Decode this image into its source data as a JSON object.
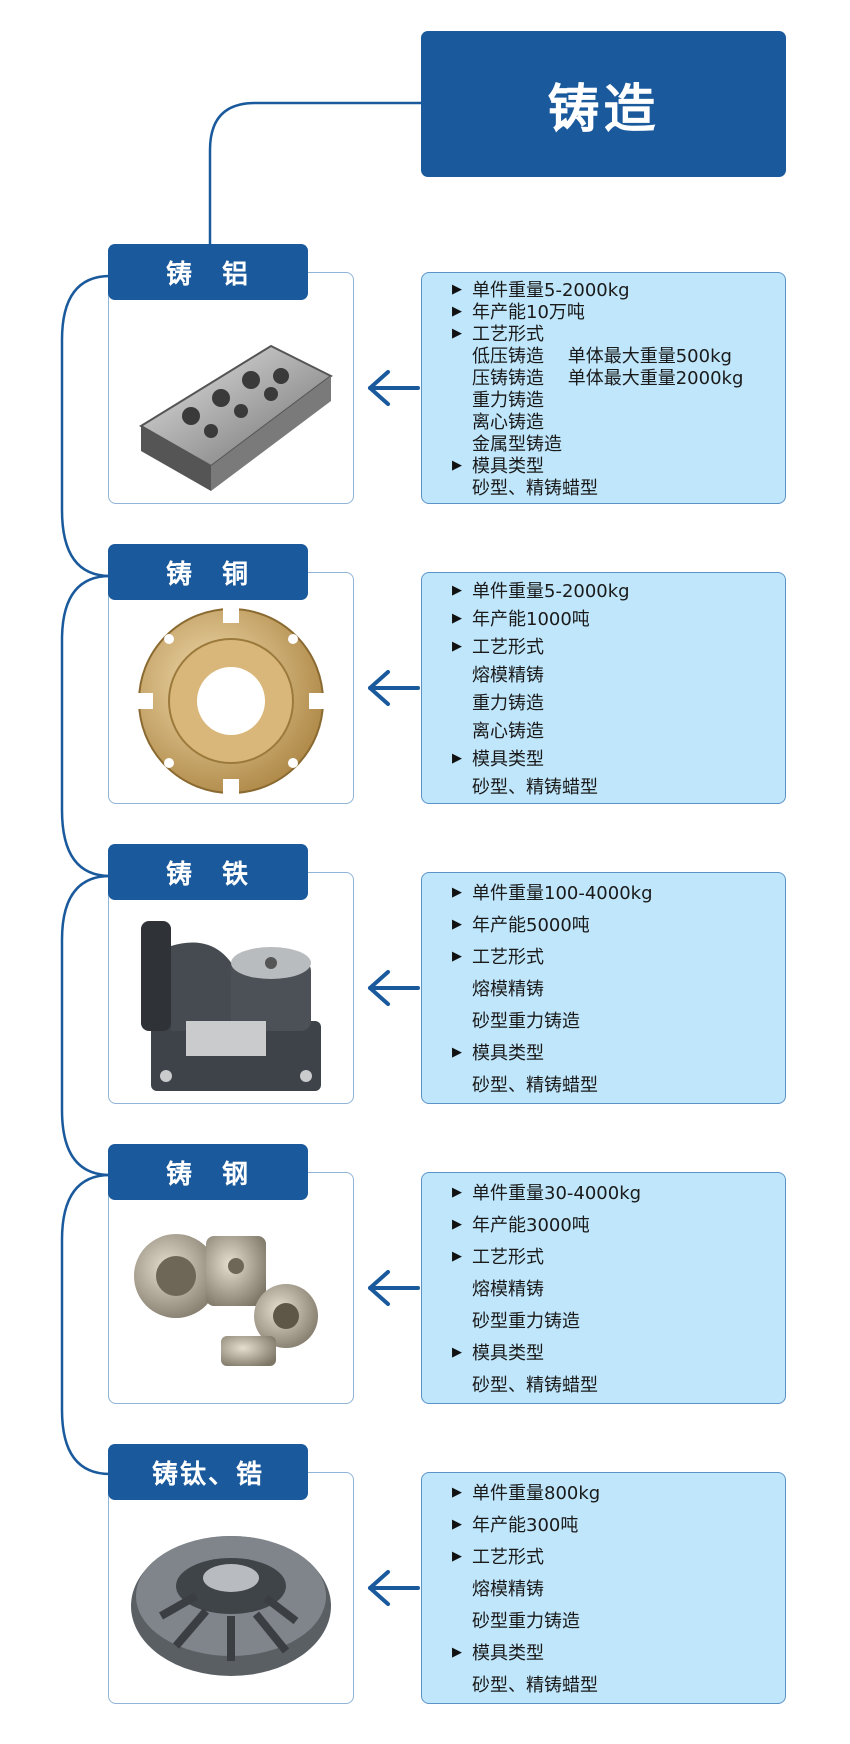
{
  "title": "铸造",
  "sections": [
    {
      "label": "铸　铝",
      "image_icon": "aluminum-cylinder-head-photo",
      "lines": [
        {
          "bullet": true,
          "text": "单件重量5-2000kg"
        },
        {
          "bullet": true,
          "text": "年产能10万吨"
        },
        {
          "bullet": true,
          "text": "工艺形式"
        },
        {
          "bullet": false,
          "text": "低压铸造　 单体最大重量500kg"
        },
        {
          "bullet": false,
          "text": "压铸铸造　 单体最大重量2000kg"
        },
        {
          "bullet": false,
          "text": "重力铸造"
        },
        {
          "bullet": false,
          "text": "离心铸造"
        },
        {
          "bullet": false,
          "text": "金属型铸造"
        },
        {
          "bullet": true,
          "text": "模具类型"
        },
        {
          "bullet": false,
          "text": "砂型、精铸蜡型"
        }
      ]
    },
    {
      "label": "铸　铜",
      "image_icon": "copper-flange-ring-photo",
      "lines": [
        {
          "bullet": true,
          "text": "单件重量5-2000kg"
        },
        {
          "bullet": true,
          "text": "年产能1000吨"
        },
        {
          "bullet": true,
          "text": "工艺形式"
        },
        {
          "bullet": false,
          "text": "熔模精铸"
        },
        {
          "bullet": false,
          "text": "重力铸造"
        },
        {
          "bullet": false,
          "text": "离心铸造"
        },
        {
          "bullet": true,
          "text": "模具类型"
        },
        {
          "bullet": false,
          "text": "砂型、精铸蜡型"
        }
      ]
    },
    {
      "label": "铸　铁",
      "image_icon": "iron-pipe-fitting-photo",
      "lines": [
        {
          "bullet": true,
          "text": "单件重量100-4000kg"
        },
        {
          "bullet": true,
          "text": "年产能5000吨"
        },
        {
          "bullet": true,
          "text": "工艺形式"
        },
        {
          "bullet": false,
          "text": "熔模精铸"
        },
        {
          "bullet": false,
          "text": "砂型重力铸造"
        },
        {
          "bullet": true,
          "text": "模具类型"
        },
        {
          "bullet": false,
          "text": "砂型、精铸蜡型"
        }
      ]
    },
    {
      "label": "铸　钢",
      "image_icon": "steel-valve-parts-photo",
      "lines": [
        {
          "bullet": true,
          "text": "单件重量30-4000kg"
        },
        {
          "bullet": true,
          "text": "年产能3000吨"
        },
        {
          "bullet": true,
          "text": "工艺形式"
        },
        {
          "bullet": false,
          "text": "熔模精铸"
        },
        {
          "bullet": false,
          "text": "砂型重力铸造"
        },
        {
          "bullet": true,
          "text": "模具类型"
        },
        {
          "bullet": false,
          "text": "砂型、精铸蜡型"
        }
      ]
    },
    {
      "label": "铸钛、锆",
      "image_icon": "titanium-impeller-photo",
      "lines": [
        {
          "bullet": true,
          "text": "单件重量800kg"
        },
        {
          "bullet": true,
          "text": "年产能300吨"
        },
        {
          "bullet": true,
          "text": "工艺形式"
        },
        {
          "bullet": false,
          "text": "熔模精铸"
        },
        {
          "bullet": false,
          "text": "砂型重力铸造"
        },
        {
          "bullet": true,
          "text": "模具类型"
        },
        {
          "bullet": false,
          "text": "砂型、精铸蜡型"
        }
      ]
    }
  ],
  "colors": {
    "primary": "#1a5a9c",
    "info_bg": "#bfe6fb",
    "connector": "#1a5a9c"
  }
}
